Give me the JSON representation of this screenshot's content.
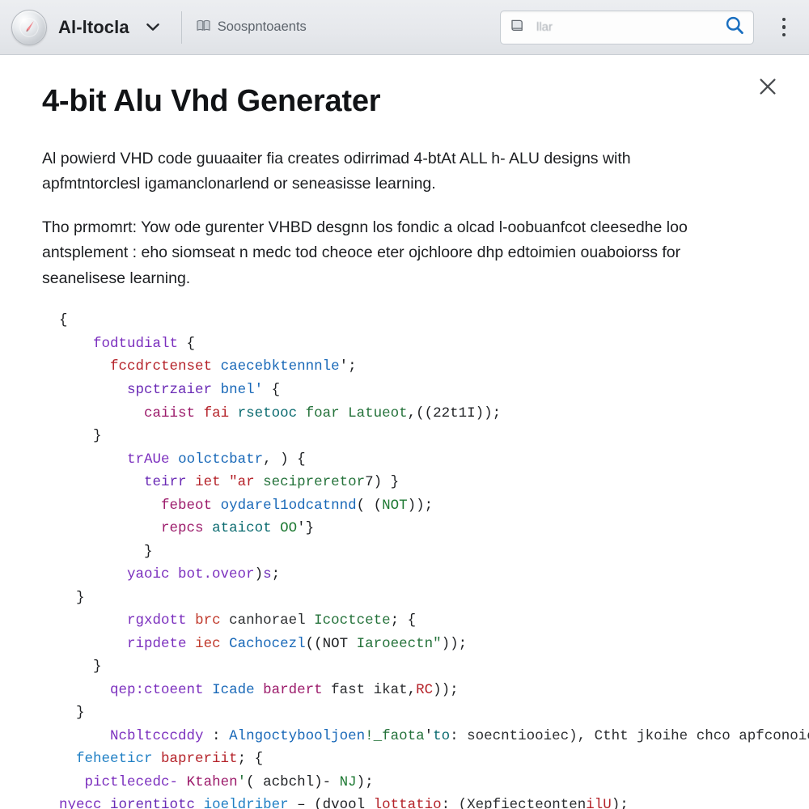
{
  "topbar": {
    "brand_name": "Al-ltocla",
    "logo_icon": "compass-arrow-logo",
    "caret_icon": "chevron-down-icon",
    "tab": {
      "icon": "book-icon",
      "label": "Soospntoaents"
    },
    "search": {
      "icon": "book-icon",
      "value": "llar",
      "placeholder": "llar",
      "submit_icon": "search-icon"
    },
    "menu_icon": "kebab-menu-icon"
  },
  "panel": {
    "close_icon": "close-icon",
    "title": "4-bit Alu Vhd Generater",
    "paragraphs": [
      "Al powierd VHD code guuaaiter fia creates odirrimad 4-btAt ALL h- ALU designs with apfmtntorclesl igamanclonarlend or seneasisse learning.",
      "Tho prmomrt: Yow ode gurenter VHBD desgnn los fondic a olcad l-oobuanfcot cleesedhe loo antsplement : eho siomseat n medc tod cheoce eter ojchloore dhp edtoimien ouaboiorss for seanelisese learning."
    ]
  },
  "code": {
    "language": "javascript",
    "lines": [
      [
        {
          "t": "  ",
          "c": "t-pun"
        },
        {
          "t": "{",
          "c": "t-pun"
        }
      ],
      [
        {
          "t": "      ",
          "c": "t-pun"
        },
        {
          "t": "fodtudialt",
          "c": "t-kw"
        },
        {
          "t": " {",
          "c": "t-pun"
        }
      ],
      [
        {
          "t": "        ",
          "c": "t-pun"
        },
        {
          "t": "fccdrctenset",
          "c": "t-str"
        },
        {
          "t": " ",
          "c": "t-pun"
        },
        {
          "t": "caecebktennnle",
          "c": "t-fn"
        },
        {
          "t": "';",
          "c": "t-pun"
        }
      ],
      [
        {
          "t": "          ",
          "c": "t-pun"
        },
        {
          "t": "spctrzaier",
          "c": "t-kw2"
        },
        {
          "t": " ",
          "c": "t-pun"
        },
        {
          "t": "bnel'",
          "c": "t-fn"
        },
        {
          "t": " {",
          "c": "t-pun"
        }
      ],
      [
        {
          "t": "            ",
          "c": "t-pun"
        },
        {
          "t": "caiist",
          "c": "t-mag"
        },
        {
          "t": " ",
          "c": "t-pun"
        },
        {
          "t": "fai",
          "c": "t-str"
        },
        {
          "t": " ",
          "c": "t-pun"
        },
        {
          "t": "rsetooc",
          "c": "t-id"
        },
        {
          "t": " ",
          "c": "t-pun"
        },
        {
          "t": "foar Latueot",
          "c": "t-grn"
        },
        {
          "t": ",((22t1I));",
          "c": "t-pun"
        }
      ],
      [
        {
          "t": "      ",
          "c": "t-pun"
        },
        {
          "t": "}",
          "c": "t-pun"
        }
      ],
      [
        {
          "t": "          ",
          "c": "t-pun"
        },
        {
          "t": "trAUe",
          "c": "t-kw"
        },
        {
          "t": " ",
          "c": "t-pun"
        },
        {
          "t": "oolctcbatr",
          "c": "t-fn"
        },
        {
          "t": ", ) {",
          "c": "t-pun"
        }
      ],
      [
        {
          "t": "            ",
          "c": "t-pun"
        },
        {
          "t": "teirr",
          "c": "t-kw2"
        },
        {
          "t": " ",
          "c": "t-pun"
        },
        {
          "t": "iet \"ar",
          "c": "t-str"
        },
        {
          "t": " ",
          "c": "t-pun"
        },
        {
          "t": "secipreretor",
          "c": "t-grn"
        },
        {
          "t": "7) }",
          "c": "t-pun"
        }
      ],
      [
        {
          "t": "              ",
          "c": "t-pun"
        },
        {
          "t": "febeot",
          "c": "t-mag"
        },
        {
          "t": " ",
          "c": "t-pun"
        },
        {
          "t": "oydarel1odcatnnd",
          "c": "t-fn"
        },
        {
          "t": "( (",
          "c": "t-pun"
        },
        {
          "t": "NOT",
          "c": "t-num"
        },
        {
          "t": "));",
          "c": "t-pun"
        }
      ],
      [
        {
          "t": "              ",
          "c": "t-pun"
        },
        {
          "t": "repcs",
          "c": "t-mag"
        },
        {
          "t": " ",
          "c": "t-pun"
        },
        {
          "t": "ataicot",
          "c": "t-id"
        },
        {
          "t": " ",
          "c": "t-pun"
        },
        {
          "t": "OO",
          "c": "t-num"
        },
        {
          "t": "'}",
          "c": "t-pun"
        }
      ],
      [
        {
          "t": "            ",
          "c": "t-pun"
        },
        {
          "t": "}",
          "c": "t-pun"
        }
      ],
      [
        {
          "t": "          ",
          "c": "t-pun"
        },
        {
          "t": "yaoic bot.oveor",
          "c": "t-kw"
        },
        {
          "t": ")",
          "c": "t-pun"
        },
        {
          "t": "s",
          "c": "t-kw2"
        },
        {
          "t": ";",
          "c": "t-pun"
        }
      ],
      [
        {
          "t": "    ",
          "c": "t-pun"
        },
        {
          "t": "}",
          "c": "t-pun"
        }
      ],
      [
        {
          "t": "          ",
          "c": "t-pun"
        },
        {
          "t": "rgxdott",
          "c": "t-kw"
        },
        {
          "t": " ",
          "c": "t-pun"
        },
        {
          "t": "brc",
          "c": "t-str2"
        },
        {
          "t": " ",
          "c": "t-pun"
        },
        {
          "t": "canhorael",
          "c": "t-gry"
        },
        {
          "t": " ",
          "c": "t-pun"
        },
        {
          "t": "Icoctcete",
          "c": "t-grn"
        },
        {
          "t": "; {",
          "c": "t-pun"
        }
      ],
      [
        {
          "t": "          ",
          "c": "t-pun"
        },
        {
          "t": "ripdete",
          "c": "t-kw"
        },
        {
          "t": " ",
          "c": "t-pun"
        },
        {
          "t": "iec",
          "c": "t-str2"
        },
        {
          "t": " ",
          "c": "t-pun"
        },
        {
          "t": "Cachocezl",
          "c": "t-fn"
        },
        {
          "t": "((NOT ",
          "c": "t-pun"
        },
        {
          "t": "Iaroeectn\"",
          "c": "t-grn"
        },
        {
          "t": "));",
          "c": "t-pun"
        }
      ],
      [
        {
          "t": "      ",
          "c": "t-pun"
        },
        {
          "t": "}",
          "c": "t-pun"
        }
      ],
      [
        {
          "t": "        ",
          "c": "t-pun"
        },
        {
          "t": "qep:ctoeent",
          "c": "t-kw"
        },
        {
          "t": " ",
          "c": "t-pun"
        },
        {
          "t": "Icade",
          "c": "t-fn"
        },
        {
          "t": " ",
          "c": "t-pun"
        },
        {
          "t": "bardert",
          "c": "t-mag"
        },
        {
          "t": " ",
          "c": "t-pun"
        },
        {
          "t": "fast ikat",
          "c": "t-gry"
        },
        {
          "t": ",",
          "c": "t-pun"
        },
        {
          "t": "RC",
          "c": "t-str"
        },
        {
          "t": "));",
          "c": "t-pun"
        }
      ],
      [
        {
          "t": "    ",
          "c": "t-pun"
        },
        {
          "t": "}",
          "c": "t-pun"
        }
      ],
      [
        {
          "t": "        ",
          "c": "t-pun"
        },
        {
          "t": "Ncbltcccddy",
          "c": "t-kw"
        },
        {
          "t": " : ",
          "c": "t-pun"
        },
        {
          "t": "Alngoctybooljoen",
          "c": "t-fn"
        },
        {
          "t": "!_faota",
          "c": "t-grn"
        },
        {
          "t": "'",
          "c": "t-pun"
        },
        {
          "t": "to",
          "c": "t-id"
        },
        {
          "t": ": soecntiooiec), Ctht jkoihe chco apfconoientis.",
          "c": "t-gry"
        }
      ],
      [
        {
          "t": "    ",
          "c": "t-pun"
        },
        {
          "t": "feheeticr",
          "c": "t-fn2"
        },
        {
          "t": " ",
          "c": "t-pun"
        },
        {
          "t": "bapreriit",
          "c": "t-str"
        },
        {
          "t": "; {",
          "c": "t-pun"
        }
      ],
      [
        {
          "t": "     ",
          "c": "t-pun"
        },
        {
          "t": "pictlecedc-",
          "c": "t-kw"
        },
        {
          "t": " ",
          "c": "t-pun"
        },
        {
          "t": "Ktahen",
          "c": "t-mag"
        },
        {
          "t": "'",
          "c": "t-grn"
        },
        {
          "t": "( acbchl)- ",
          "c": "t-pun"
        },
        {
          "t": "NJ",
          "c": "t-num"
        },
        {
          "t": ");",
          "c": "t-pun"
        }
      ],
      [
        {
          "t": "  ",
          "c": "t-pun"
        },
        {
          "t": "nyecc",
          "c": "t-kw"
        },
        {
          "t": " ",
          "c": "t-pun"
        },
        {
          "t": "iorentiotc",
          "c": "t-kw2"
        },
        {
          "t": " ",
          "c": "t-pun"
        },
        {
          "t": "ioeldriber",
          "c": "t-fn2"
        },
        {
          "t": " – (dvool ",
          "c": "t-pun"
        },
        {
          "t": "lottatio",
          "c": "t-str"
        },
        {
          "t": ": (Xepfiecteonten",
          "c": "t-gry"
        },
        {
          "t": "ilU",
          "c": "t-str"
        },
        {
          "t": ");",
          "c": "t-pun"
        }
      ],
      [
        {
          "t": "  ",
          "c": "t-pun"
        },
        {
          "t": "}",
          "c": "t-pun"
        }
      ]
    ]
  },
  "colors": {
    "topbar_bg": "#e6e8ec",
    "page_bg": "#ffffff",
    "accent_blue": "#1a73c8",
    "title_text": "#111316",
    "body_text": "#1c1e21",
    "muted_text": "#5d646c"
  }
}
